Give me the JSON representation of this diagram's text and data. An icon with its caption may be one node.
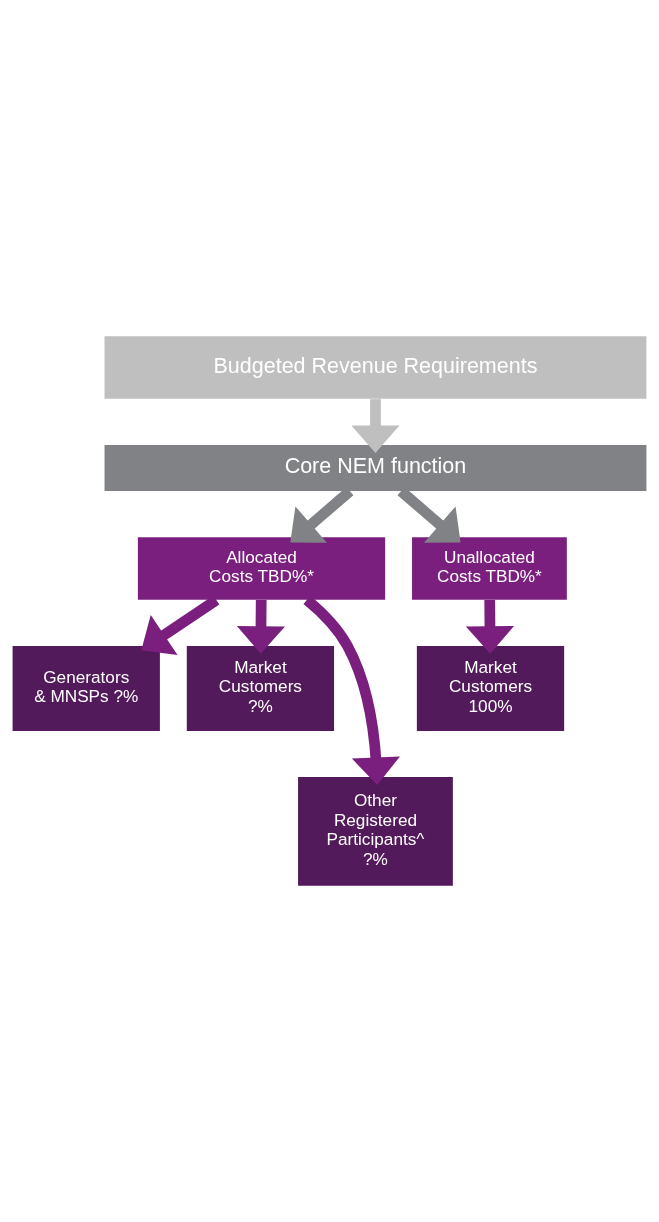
{
  "diagram": {
    "nodes": [
      {
        "text": [
          "Budgeted Revenue Requirements"
        ]
      },
      {
        "text": [
          "Core NEM function"
        ]
      },
      {
        "text": [
          "Allocated Costs TBD%*"
        ]
      },
      {
        "text": [
          "Unallocated Costs TBD%*"
        ]
      },
      {
        "text": [
          "Generators & MNSPs ?%"
        ]
      },
      {
        "text": [
          "Market Customers ?%"
        ]
      },
      {
        "text": [
          "Market Customers 100%"
        ]
      },
      {
        "text": [
          "Other Registered Participants^ ?%"
        ]
      }
    ],
    "edges": [
      {
        "from": 0,
        "to": 1,
        "arrow": "to",
        "color": "#bfbfbf"
      },
      {
        "from": 1,
        "to": 2,
        "arrow": "to",
        "color": "#808285"
      },
      {
        "from": 1,
        "to": 3,
        "arrow": "to",
        "color": "#808285"
      },
      {
        "from": 2,
        "to": 4,
        "arrow": "to"
      },
      {
        "from": 2,
        "to": 7,
        "arrow": "to"
      },
      {
        "from": 2,
        "to": 5,
        "arrow": "to"
      },
      {
        "from": 3,
        "to": 6,
        "arrow": "to"
      }
    ]
  }
}
